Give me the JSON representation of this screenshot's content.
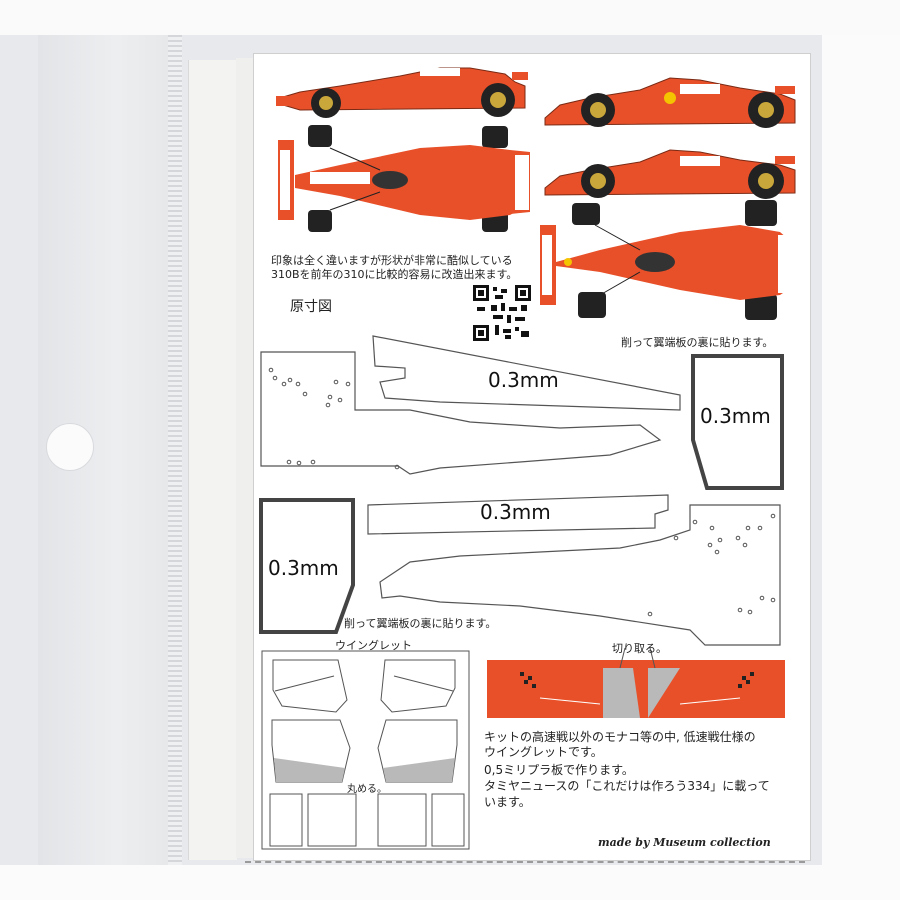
{
  "note_top": [
    "印象は全く違いますが形状が非常に酷似している",
    "310Bを前年の310に比較的容易に改造出来ます。"
  ],
  "scale_label": "原寸図",
  "thickness_labels": [
    "0.3mm",
    "0.3mm",
    "0.3mm",
    "0.3mm"
  ],
  "paste_note_1": "削って翼端板の裏に貼ります。",
  "paste_note_2": "削って翼端板の裏に貼ります。",
  "winglet_label": "ウイングレット",
  "cut_label": "切り取る。",
  "round_label": "丸める。",
  "body_text": [
    "キットの高速戦以外のモナコ等の中, 低速戦仕様の",
    "ウイングレットです。",
    "0,5ミリプラ板で作ります。",
    "タミヤニュースの「これだけは作ろう334」に載って",
    "います。"
  ],
  "signature": "made by Museum collection",
  "colors": {
    "car_red": "#e8502a",
    "line": "#333333",
    "gray_fill": "#b9b9b9"
  },
  "icons": [
    "qr-code-icon"
  ]
}
